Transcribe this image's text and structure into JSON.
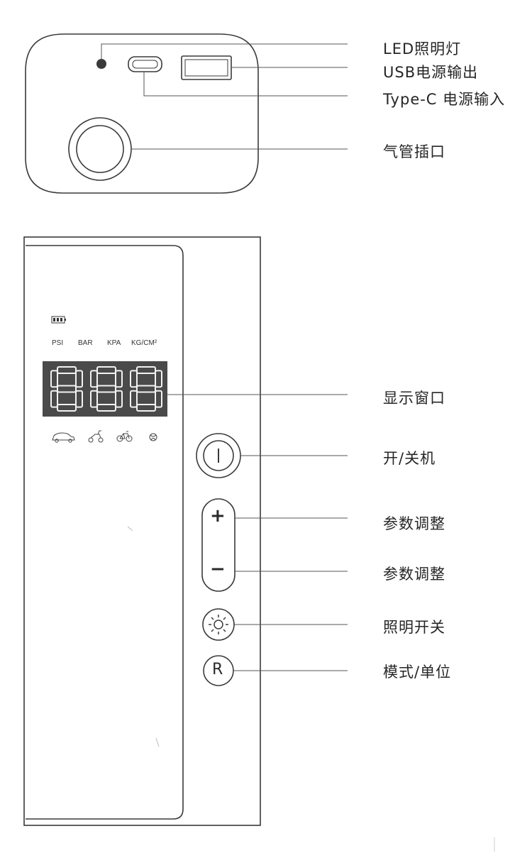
{
  "top_panel": {
    "callouts": [
      {
        "id": "led",
        "label": "LED照明灯"
      },
      {
        "id": "usb",
        "label": "USB电源输出"
      },
      {
        "id": "typec",
        "label": "Type-C 电源输入"
      },
      {
        "id": "air",
        "label": "气管插口"
      }
    ]
  },
  "front_panel": {
    "units": [
      "PSI",
      "BAR",
      "KPA",
      "KG/CM²"
    ],
    "mode_icons": [
      "car-icon",
      "scooter-icon",
      "bicycle-icon",
      "ball-icon"
    ],
    "display_digits": "888",
    "buttons": [
      {
        "id": "power",
        "symbol": "",
        "icon": "power-icon"
      },
      {
        "id": "plus",
        "symbol": "+",
        "icon": "plus-icon"
      },
      {
        "id": "minus",
        "symbol": "−",
        "icon": "minus-icon"
      },
      {
        "id": "light",
        "symbol": "",
        "icon": "sun-icon"
      },
      {
        "id": "mode",
        "symbol": "R",
        "icon": "r-letter-icon"
      }
    ],
    "callouts": [
      {
        "id": "display",
        "label": "显示窗口"
      },
      {
        "id": "power",
        "label": "开/关机"
      },
      {
        "id": "plus",
        "label": "参数调整"
      },
      {
        "id": "minus",
        "label": "参数调整"
      },
      {
        "id": "light",
        "label": "照明开关"
      },
      {
        "id": "mode",
        "label": "模式/单位"
      }
    ]
  },
  "colors": {
    "line": "#3a3a3a",
    "display_bg": "#4a4a4a",
    "segment": "#f2f2f2"
  }
}
